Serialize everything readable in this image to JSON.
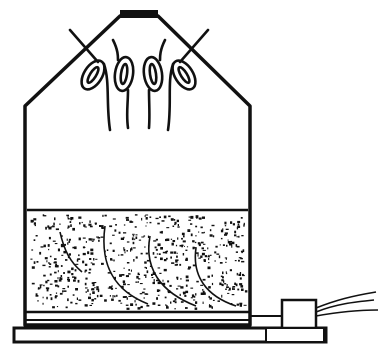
{
  "diagram": {
    "kind": "line-drawing",
    "subject": "",
    "colors": {
      "ink": "#111111",
      "background": "#ffffff"
    },
    "parts": [
      {
        "name": "housing",
        "icon": "tapered-enclosure"
      },
      {
        "name": "top-vent",
        "icon": "vent-cap"
      },
      {
        "name": "coil-elements",
        "count": 4,
        "icon": "looped-coil"
      },
      {
        "name": "granular-bed",
        "icon": "speckled-fill"
      },
      {
        "name": "embedded-wires",
        "count": 4,
        "icon": "curved-wire"
      },
      {
        "name": "base-plate",
        "icon": "flat-base"
      },
      {
        "name": "connector-box",
        "icon": "small-box"
      },
      {
        "name": "lead-wires",
        "count": 2,
        "icon": "cable"
      }
    ]
  }
}
